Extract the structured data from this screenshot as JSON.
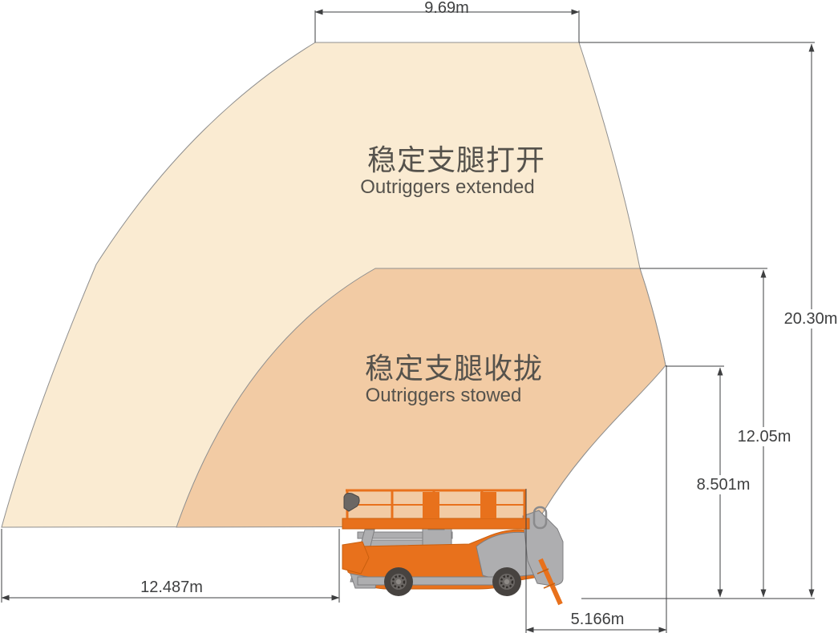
{
  "regions": {
    "extended": {
      "label_zh": "稳定支腿打开",
      "label_en": "Outriggers extended",
      "fill": "#faebd2"
    },
    "stowed": {
      "label_zh": "稳定支腿收拢",
      "label_en": "Outriggers stowed",
      "fill": "#f2cba4"
    }
  },
  "dimensions": {
    "top_width": "9.69m",
    "max_height": "20.30m",
    "stowed_height": "12.05m",
    "stowed_tip_height": "8.501m",
    "extended_reach": "12.487m",
    "stowed_reach": "5.166m"
  },
  "colors": {
    "envelope_outline": "#8f8f8f",
    "dimension_lines": "#3e3f40",
    "label_text": "#55524c",
    "machine_orange": "#e8711c",
    "machine_orange_dark": "#c95f0e",
    "machine_gray": "#aeaeb0",
    "machine_gray_dark": "#7e7e80",
    "wheel_dark": "#474340"
  }
}
